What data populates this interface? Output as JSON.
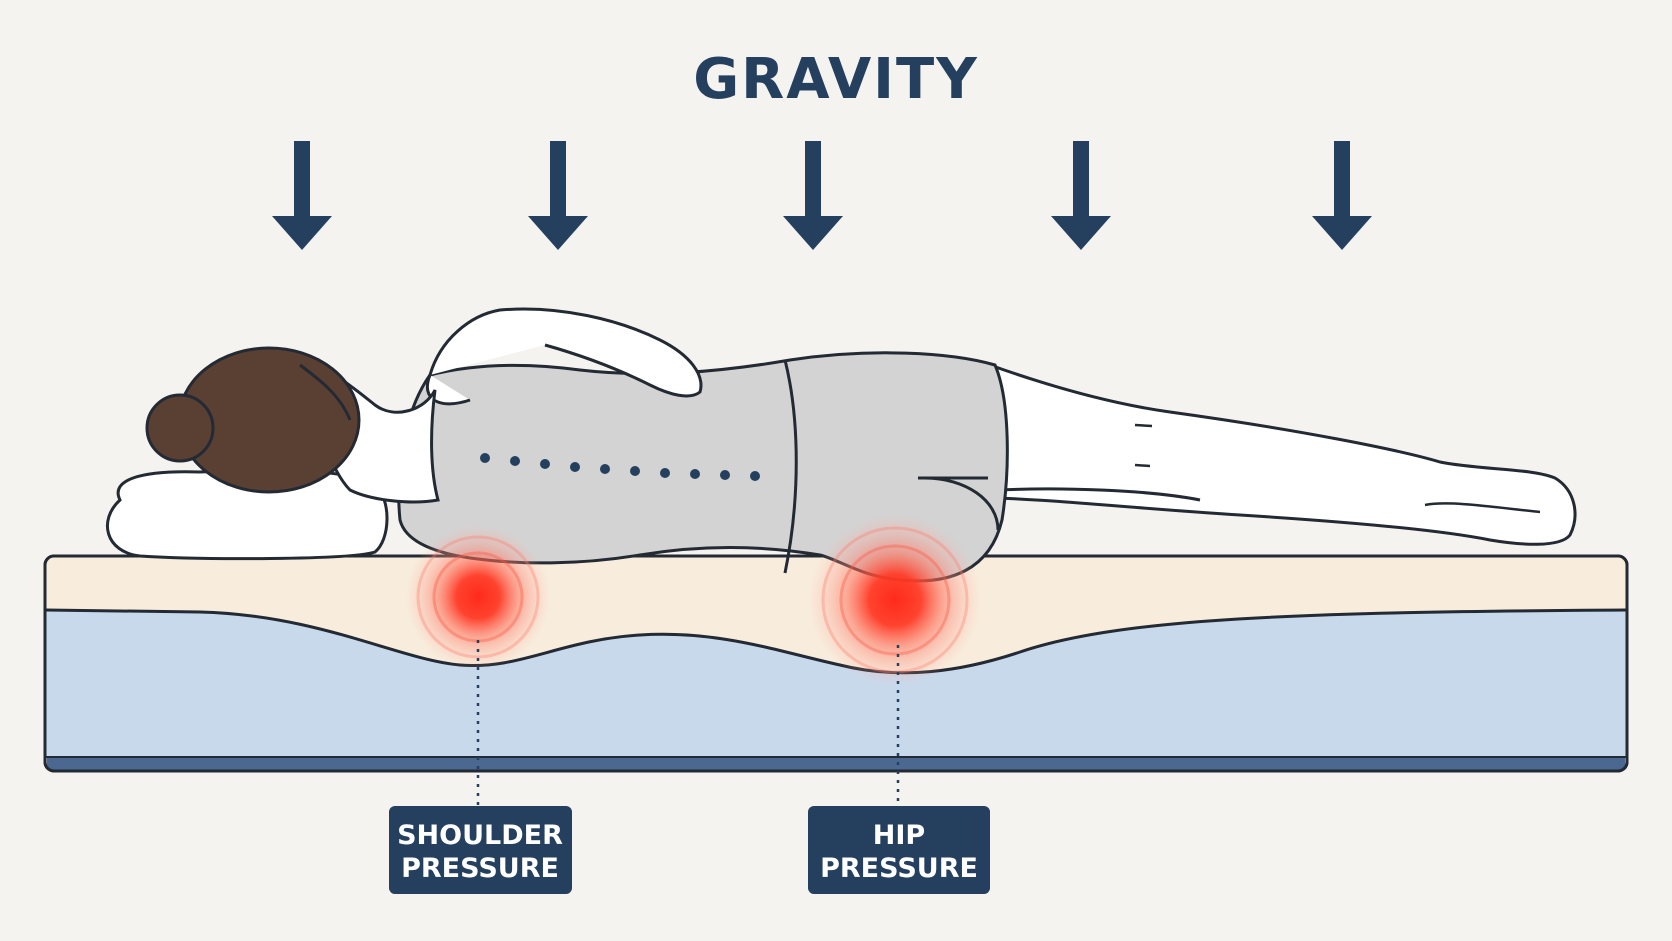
{
  "title": "GRAVITY",
  "arrows": {
    "count": 5,
    "color": "#24405e"
  },
  "pressure_points": [
    {
      "id": "shoulder",
      "lines": [
        "SHOULDER",
        "PRESSURE"
      ]
    },
    {
      "id": "hip",
      "lines": [
        "HIP",
        "PRESSURE"
      ]
    }
  ],
  "colors": {
    "background": "#f5f3ef",
    "navy": "#24405e",
    "outline": "#232a33",
    "comfort_layer": "#f8ecdc",
    "support_layer": "#c9d9ec",
    "mattress_base": "#4b6891",
    "hair": "#5a3f33",
    "clothing": "#d3d3d3",
    "skin": "#ffffff",
    "pressure_hot": "#ff2a1a"
  },
  "icons": [
    "down-arrow-icon",
    "pressure-glow-icon",
    "spine-dots-icon"
  ]
}
